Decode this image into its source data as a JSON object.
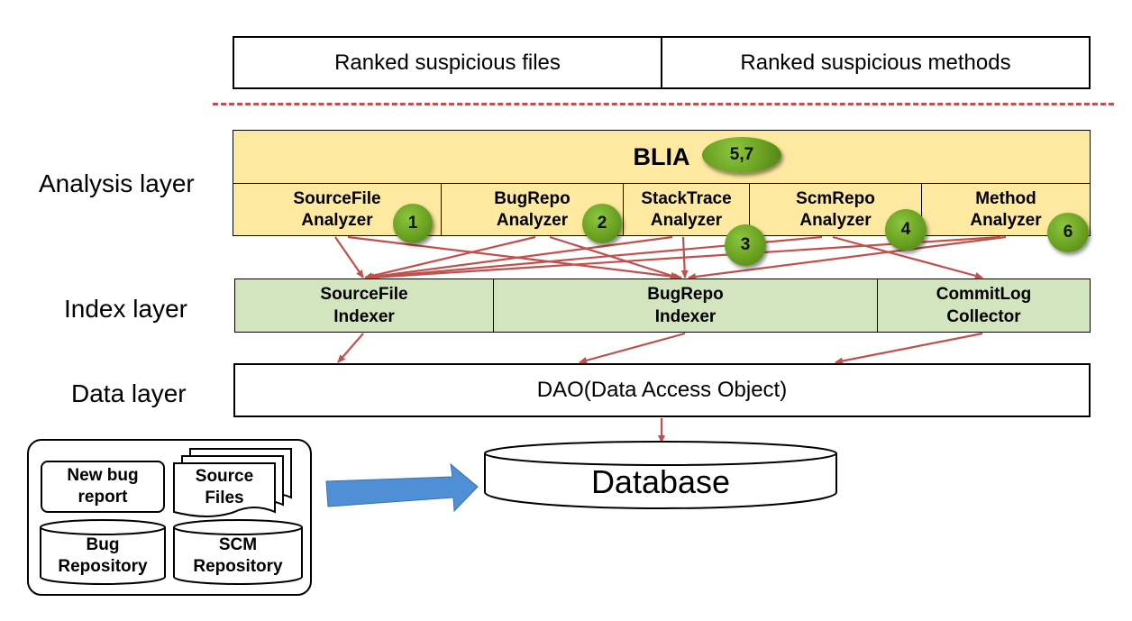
{
  "outputs": [
    "Ranked suspicious files",
    "Ranked suspicious methods"
  ],
  "layers": {
    "analysis": "Analysis layer",
    "index": "Index layer",
    "data": "Data layer"
  },
  "blia": {
    "title": "BLIA",
    "badge": "5,7"
  },
  "analyzers": [
    {
      "label": "SourceFile\nAnalyzer",
      "badge": "1"
    },
    {
      "label": "BugRepo\nAnalyzer",
      "badge": "2"
    },
    {
      "label": "StackTrace\nAnalyzer",
      "badge": "3"
    },
    {
      "label": "ScmRepo\nAnalyzer",
      "badge": "4"
    },
    {
      "label": "Method\nAnalyzer",
      "badge": "6"
    }
  ],
  "indexers": [
    "SourceFile\nIndexer",
    "BugRepo\nIndexer",
    "CommitLog\nCollector"
  ],
  "dao": "DAO(Data Access Object)",
  "database": "Database",
  "sources": {
    "new_bug_report": "New bug\nreport",
    "source_files": "Source\nFiles",
    "bug_repository": "Bug\nRepository",
    "scm_repository": "SCM\nRepository"
  },
  "colors": {
    "arrow": "#c0504d",
    "analysis_fill": "#fde9a0",
    "index_fill": "#d2e5bf",
    "badge": "#6aa121",
    "big_arrow": "#4f8fd6"
  }
}
